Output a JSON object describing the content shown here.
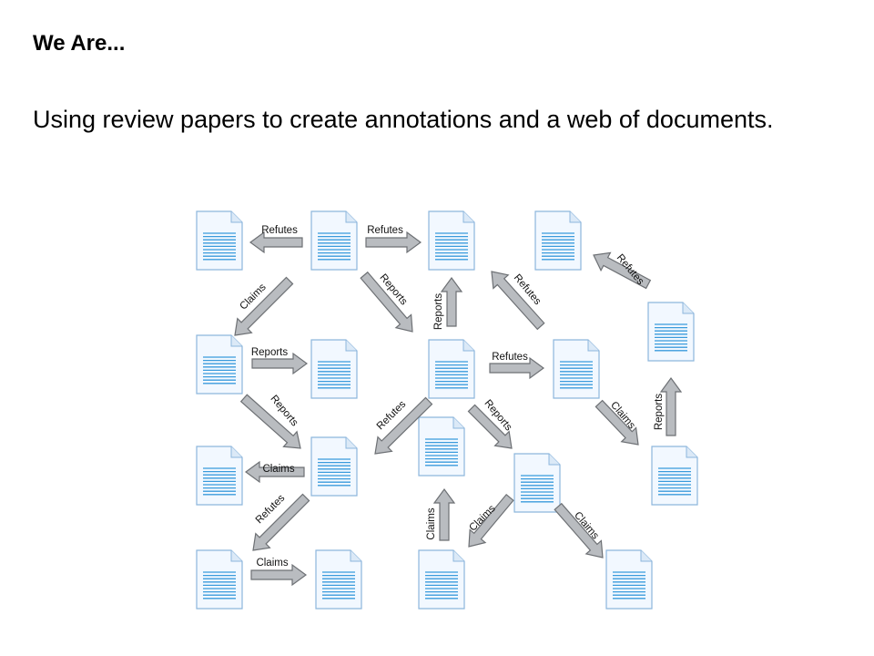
{
  "slide": {
    "title": "We Are...",
    "body": "Using review papers to create annotations and a web of documents."
  },
  "diagram": {
    "colors": {
      "doc_fill": "#f2f8ff",
      "doc_stroke": "#8db6dc",
      "doc_lines": "#3a9bdc",
      "arrow_fill": "#b9bcc0",
      "arrow_stroke": "#6d7074"
    },
    "relations": [
      {
        "id": "rel-1",
        "label": "Refutes"
      },
      {
        "id": "rel-2",
        "label": "Refutes"
      },
      {
        "id": "rel-3",
        "label": "Claims"
      },
      {
        "id": "rel-4",
        "label": "Reports"
      },
      {
        "id": "rel-5",
        "label": "Reports"
      },
      {
        "id": "rel-6",
        "label": "Refutes"
      },
      {
        "id": "rel-7",
        "label": "Refutes"
      },
      {
        "id": "rel-8",
        "label": "Reports"
      },
      {
        "id": "rel-9",
        "label": "Refutes"
      },
      {
        "id": "rel-10",
        "label": "Reports"
      },
      {
        "id": "rel-11",
        "label": "Refutes"
      },
      {
        "id": "rel-12",
        "label": "Reports"
      },
      {
        "id": "rel-13",
        "label": "Claims"
      },
      {
        "id": "rel-14",
        "label": "Reports"
      },
      {
        "id": "rel-15",
        "label": "Claims"
      },
      {
        "id": "rel-16",
        "label": "Refutes"
      },
      {
        "id": "rel-17",
        "label": "Claims"
      },
      {
        "id": "rel-18",
        "label": "Claims"
      },
      {
        "id": "rel-19",
        "label": "Claims"
      },
      {
        "id": "rel-20",
        "label": "Claims"
      }
    ]
  }
}
